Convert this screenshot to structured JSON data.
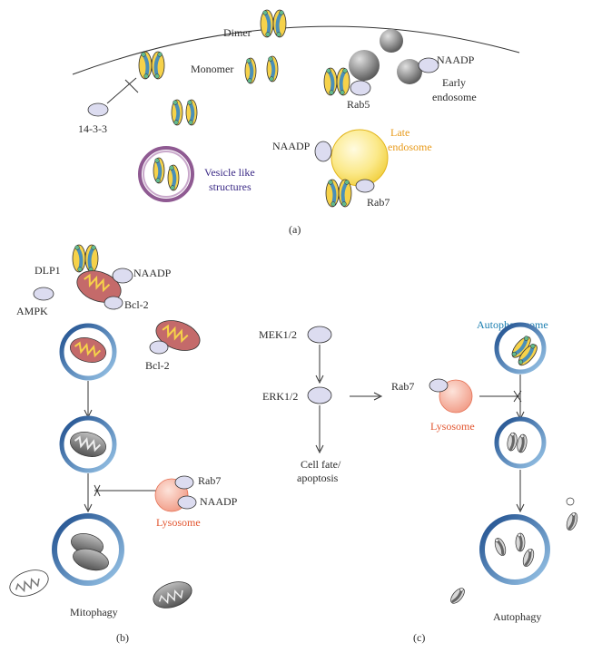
{
  "panel_a": {
    "dimer": "Dimer",
    "monomer": "Monomer",
    "protein_1433": "14-3-3",
    "naadp_top": "NAADP",
    "early_endosome_1": "Early",
    "early_endosome_2": "endosome",
    "rab5": "Rab5",
    "naadp_late": "NAADP",
    "late_endosome_1": "Late",
    "late_endosome_2": "endosome",
    "rab7": "Rab7",
    "vesicle_1": "Vesicle like",
    "vesicle_2": "structures",
    "caption": "(a)"
  },
  "panel_b": {
    "dlp1": "DLP1",
    "naadp": "NAADP",
    "ampk": "AMPK",
    "bcl2_a": "Bcl-2",
    "bcl2_b": "Bcl-2",
    "rab7": "Rab7",
    "naadp_lys": "NAADP",
    "lysosome": "Lysosome",
    "mitophagy": "Mitophagy",
    "caption": "(b)"
  },
  "panel_c": {
    "mek": "MEK1/2",
    "erk": "ERK1/2",
    "fate_1": "Cell fate/",
    "fate_2": "apoptosis",
    "rab7": "Rab7",
    "lysosome": "Lysosome",
    "autophagosome": "Autophagosome",
    "autophagy": "Autophagy",
    "caption": "(c)"
  },
  "colors": {
    "yellow": "#f6d24a",
    "blue_body": "#4a8fb8",
    "green_tip": "#62b98c",
    "lavender": "#dcdcf0",
    "sphere_grey": "#9a9a9a",
    "late_endosome": "#fbe98a",
    "mito_fill": "#c46a6a",
    "lysosome": "#f6b3a3",
    "vesicle_ring": "#8f5a92",
    "autophagosome_ring": "#2f68a8"
  }
}
